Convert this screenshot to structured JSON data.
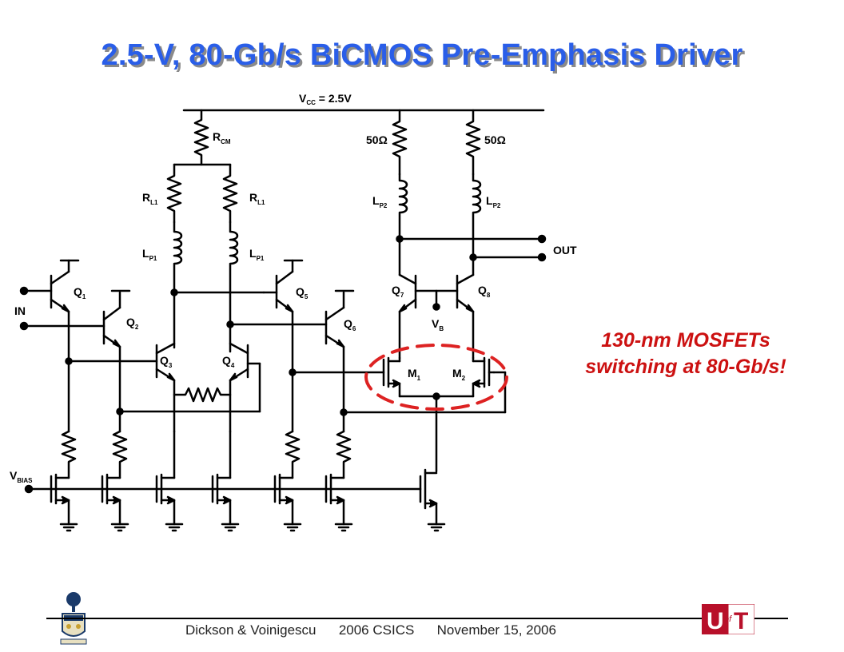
{
  "slide": {
    "title": "2.5-V, 80-Gb/s BiCMOS Pre-Emphasis Driver",
    "annotation_line1": "130-nm MOSFETs",
    "annotation_line2": "switching at 80-Gb/s!",
    "footer": "Dickson & Voinigescu      2006 CSICS      November 15, 2006",
    "colors": {
      "title": "#2a5ee8",
      "title_shadow": "#8a8a8a",
      "annotation": "#cc1111",
      "ellipse": "#dd2222"
    }
  },
  "schematic": {
    "vcc_main": "V",
    "vcc_sub": "CC",
    "vcc_value": " = 2.5V",
    "r_cm_main": "R",
    "r_cm_sub": "CM",
    "r_l1_main": "R",
    "r_l1_sub": "L1",
    "l_p1_main": "L",
    "l_p1_sub": "P1",
    "r_50": "50Ω",
    "l_p2_main": "L",
    "l_p2_sub": "P2",
    "out": "OUT",
    "in": "IN",
    "vbias_main": "V",
    "vbias_sub": "BIAS",
    "vb_main": "V",
    "vb_sub": "B",
    "q_main": "Q",
    "q1_sub": "1",
    "q2_sub": "2",
    "q3_sub": "3",
    "q4_sub": "4",
    "q5_sub": "5",
    "q6_sub": "6",
    "q7_sub": "7",
    "q8_sub": "8",
    "m_main": "M",
    "m1_sub": "1",
    "m2_sub": "2"
  },
  "logos": {
    "uoft_u": "U",
    "uoft_of": "of",
    "uoft_t": "T"
  }
}
